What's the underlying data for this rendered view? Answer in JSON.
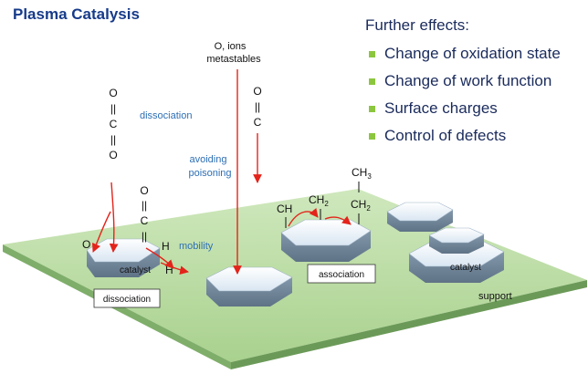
{
  "title": "Plasma Catalysis",
  "effects": {
    "heading": "Further effects:",
    "items": [
      "Change of oxidation state",
      "Change of work function",
      "Surface charges",
      "Control of defects"
    ]
  },
  "incoming": {
    "line1": "O, ions",
    "line2": "metastables"
  },
  "co2": {
    "top": "O",
    "bond1": "||",
    "middle": "C",
    "bond2": "||",
    "bottom": "O"
  },
  "co_falling": {
    "top": "O",
    "bond": "||",
    "bottom": "C"
  },
  "co_adsorbed": {
    "top": "O",
    "bond": "||",
    "middle": "C",
    "bottom": "||"
  },
  "atoms": {
    "o": "O",
    "h1": "H",
    "h2": "H"
  },
  "labels": {
    "dissociation": "dissociation",
    "avoiding_line1": "avoiding",
    "avoiding_line2": "poisoning",
    "mobility": "mobility",
    "catalyst_left": "catalyst",
    "catalyst_right": "catalyst",
    "box_dissociation": "dissociation",
    "box_association": "association",
    "support": "support"
  },
  "chain": {
    "ch": "CH",
    "ch2_main": "CH",
    "ch2_sub": "2",
    "ch2b_main": "CH",
    "ch2b_sub": "2",
    "ch3_main": "CH",
    "ch3_sub": "3"
  },
  "colors": {
    "title": "#173b8a",
    "effects_text": "#1a2b5c",
    "bullet": "#8cc63f",
    "annotation": "#2e6fb5",
    "arrow": "#e3241b",
    "support_top": "#b9dba3",
    "support_side": "#7fae6a"
  }
}
